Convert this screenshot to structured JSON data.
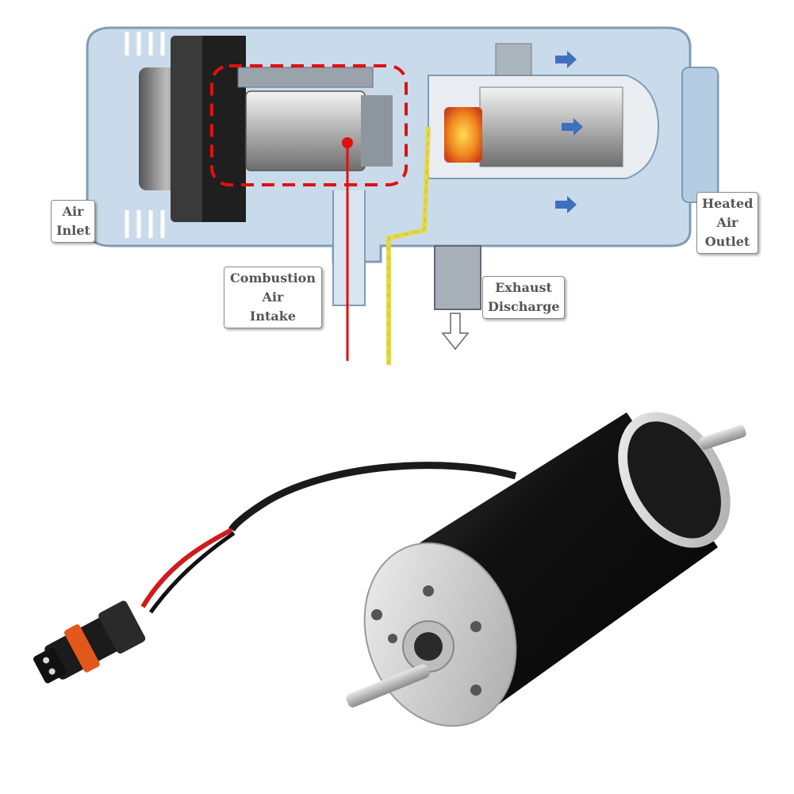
{
  "diagram": {
    "labels": {
      "air_inlet": [
        "Air",
        "Inlet"
      ],
      "combustion_air_intake": [
        "Combustion",
        "Air",
        "Intake"
      ],
      "exhaust_discharge": [
        "Exhaust",
        "Discharge"
      ],
      "heated_air_outlet": [
        "Heated",
        "Air",
        "Outlet"
      ]
    },
    "colors": {
      "housing": "#c9dbea",
      "housing_edge": "#7f9cb6",
      "highlight": "#e01010",
      "arrow": "#3f6fc0",
      "fuel_line": "#e6d84a"
    }
  },
  "product": {
    "colors": {
      "motor_body": "#1a1a1a",
      "end_cap": "#d9d9d9",
      "wire_red": "#d11a1a",
      "connector_ring": "#e2581b"
    }
  }
}
